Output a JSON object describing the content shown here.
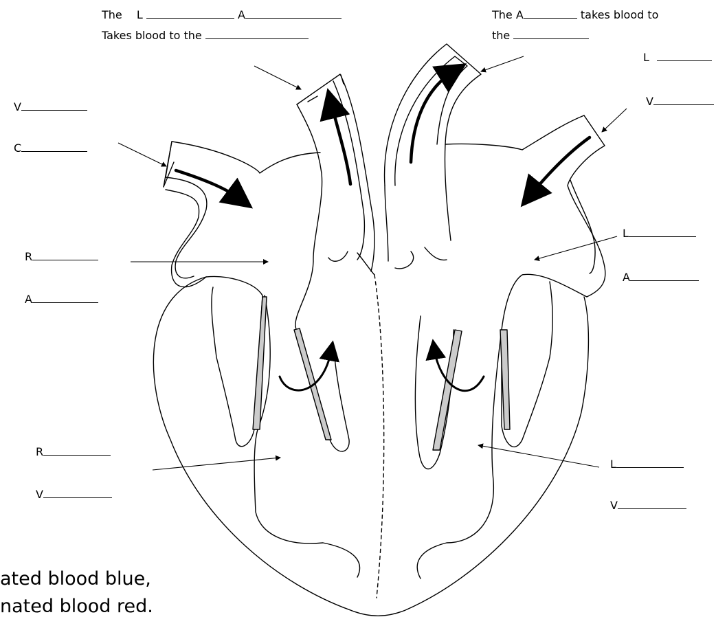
{
  "header_left": {
    "line1_the": "The",
    "line1_L": "L",
    "line1_A": "A",
    "line2": "Takes blood to the"
  },
  "header_right": {
    "line1_a": "The A",
    "line1_b": "takes blood to",
    "line2": "the"
  },
  "left_labels": {
    "v_top": "V",
    "c_top": "C",
    "r_atrium": "R",
    "a_atrium": "A",
    "r_ventricle": "R",
    "v_ventricle": "V"
  },
  "right_labels": {
    "l_top": "L",
    "v_top": "V",
    "l_atrium": "L",
    "a_atrium": "A",
    "l_ventricle": "L",
    "v_ventricle": "V"
  },
  "instructions": {
    "line1": "ated blood blue,",
    "line2": "nated blood red."
  }
}
